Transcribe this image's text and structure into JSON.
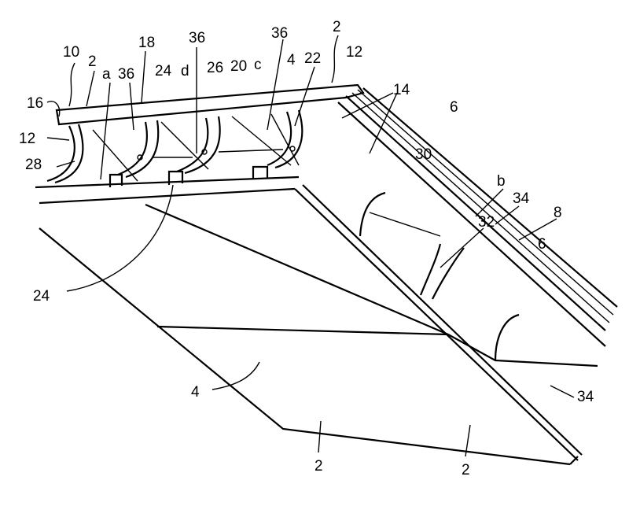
{
  "figure": {
    "labels": {
      "l10": "10",
      "l2a": "2",
      "la": "a",
      "l36a": "36",
      "l18": "18",
      "l24a": "24",
      "ld": "d",
      "l36b": "36",
      "l26": "26",
      "l20": "20",
      "lc": "c",
      "l36c": "36",
      "l4a": "4",
      "l22": "22",
      "l2b": "2",
      "l12a": "12",
      "l16": "16",
      "l12b": "12",
      "l28": "28",
      "l14": "14",
      "l6a": "6",
      "l30": "30",
      "lb": "b",
      "l34a": "34",
      "l32": "32",
      "l8": "8",
      "l6b": "6",
      "l24b": "24",
      "l4b": "4",
      "l2c": "2",
      "l2d": "2",
      "l34b": "34"
    }
  }
}
